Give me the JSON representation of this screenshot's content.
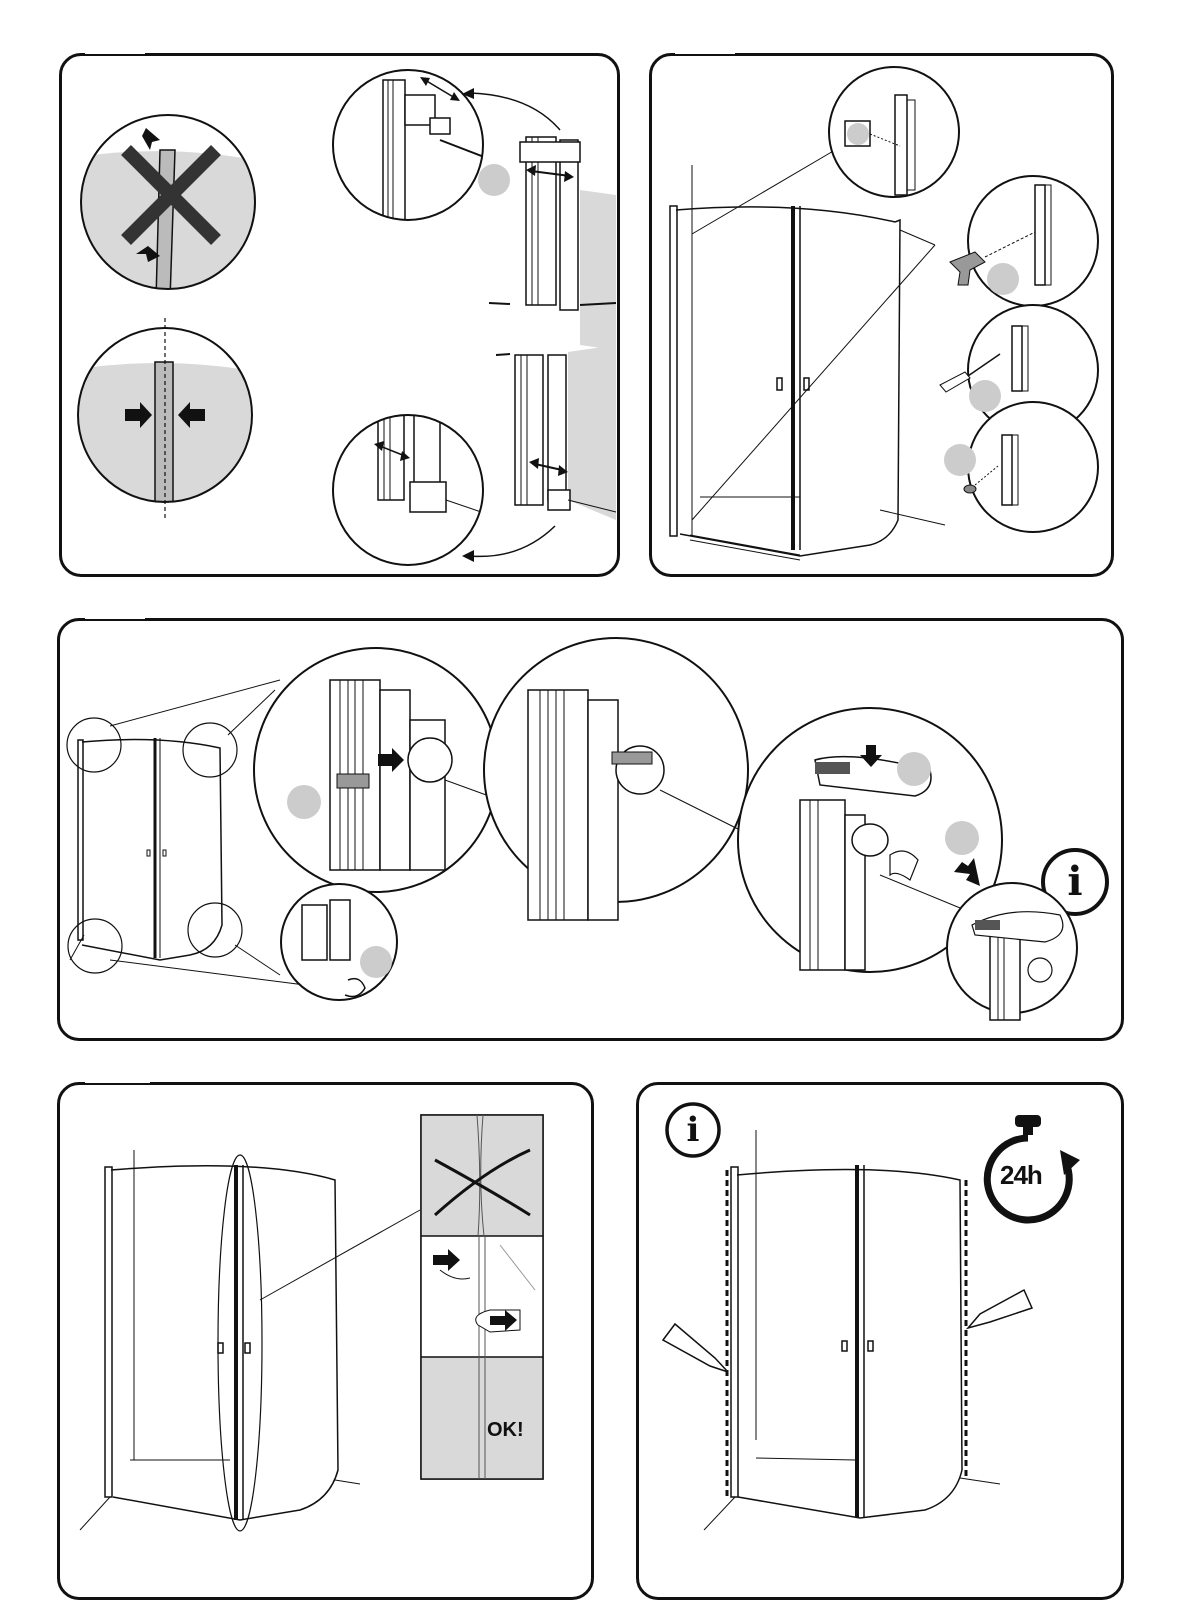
{
  "panels": {
    "p1": {
      "name": "step-seal-alignment"
    },
    "p2": {
      "name": "step-wall-fixing"
    },
    "p3": {
      "name": "step-magnetic-strip"
    },
    "p4": {
      "name": "step-door-closure-check"
    },
    "p5": {
      "name": "step-silicone-cure"
    }
  },
  "labels": {
    "ok": "OK!",
    "cure_time": "24h",
    "info_symbol": "i"
  },
  "icons": {
    "wrong": "cross-mark-icon",
    "info": "info-icon",
    "timer": "stopwatch-icon",
    "drill": "drill-icon",
    "screwdriver": "screwdriver-icon",
    "hex_key": "hex-key-icon"
  },
  "colors": {
    "line": "#111111",
    "grey_fill": "#d9d9d9",
    "step_dot": "#cccccc"
  }
}
